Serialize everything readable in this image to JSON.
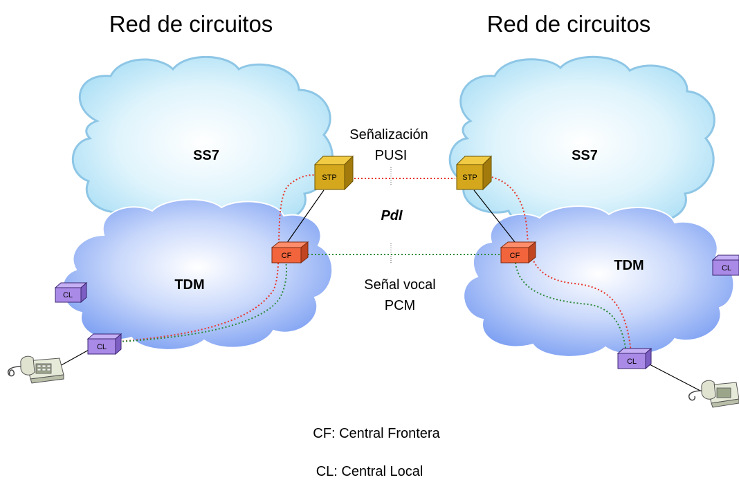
{
  "titles": {
    "left": "Red de circuitos",
    "right": "Red de circuitos"
  },
  "clouds": {
    "left_ss7": "SS7",
    "left_tdm": "TDM",
    "right_ss7": "SS7",
    "right_tdm": "TDM"
  },
  "center": {
    "signaling_line1": "Señalización",
    "signaling_line2": "PUSI",
    "pdi": "PdI",
    "voice_line1": "Señal vocal",
    "voice_line2": "PCM"
  },
  "nodes": {
    "stp": "STP",
    "cf": "CF",
    "cl": "CL"
  },
  "legend": {
    "cf": "CF: Central Frontera",
    "cl": "CL: Central Local"
  },
  "colors": {
    "ss7_cloud": "#c9eefa",
    "tdm_cloud": "#8fb1f5",
    "cloud_outline": "#8ec6e6",
    "stp_box": "#d4a71c",
    "cf_box": "#f2643c",
    "cl_box": "#a98ae6",
    "signaling_path": "#e8352a",
    "voice_path": "#2e8b3a"
  }
}
